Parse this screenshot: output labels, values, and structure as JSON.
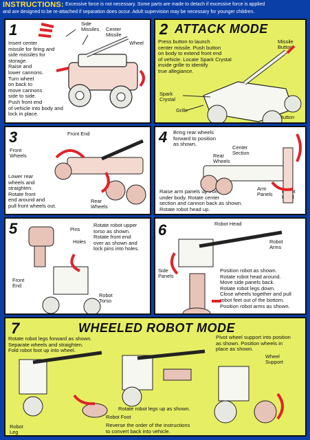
{
  "header": {
    "label": "INSTRUCTIONS:",
    "line1": "Excessive force is not necessary. Some parts are made to detach if excessive force is applied",
    "line2": "and are designed to be re-attached if separation does occur. Adult supervision may be necessary for younger children."
  },
  "colors": {
    "background": "#0b3fa8",
    "panel_yellow": "#e6ef64",
    "panel_white": "#ffffff",
    "arrow_red": "#e0232b",
    "label_yellow": "#ffe23a"
  },
  "step1": {
    "number": "1",
    "text": "Insert center\nmissile for firing and\nside missiles for\nstorage.\nRaise and\nlower cannons.\nTurn wheel\non back to\nmove cannons\nside to side.\nPush front end\nof vehicle into body and\nlock in place.",
    "labels": {
      "side_missiles": "Side\nMissiles",
      "center_missile": "Center\nMissile",
      "wheel": "Wheel"
    }
  },
  "step2": {
    "number": "2",
    "title": "ATTACK MODE",
    "text": "Press button to launch\ncenter missile. Push button\non body to extend front end\nof vehicle. Locate Spark Crystal\ninside grille to identify\ntrue allegiance.",
    "labels": {
      "missile_button": "Missile\nButton",
      "spark_crystal": "Spark\nCrystal",
      "grille": "Grille",
      "body_button": "Body Button"
    }
  },
  "step3": {
    "number": "3",
    "text": "Lower rear\nwheels and\nstraighten.\nRotate front\nend around and\npull front wheels out.",
    "labels": {
      "front_wheels": "Front\nWheels",
      "front_end": "Front End",
      "rear_wheels": "Rear\nWheels"
    }
  },
  "step4": {
    "number": "4",
    "text_top": "Bring rear wheels\nforward to position\nas shown.",
    "text_bottom": "Raise arm panels up from\nunder body. Rotate center\nsection and cannon back as shown.\nRotate robot head up.",
    "labels": {
      "rear_wheels": "Rear\nWheels",
      "center_section": "Center\nSection",
      "arm_panels": "Arm\nPanels",
      "robot_head": "Robot\nHead"
    }
  },
  "step5": {
    "number": "5",
    "text": "Rotate robot upper\ntorso as shown.\nRotate front end\nover as shown and\nlock pins into holes.",
    "labels": {
      "pins": "Pins",
      "holes": "Holes",
      "front_end": "Front\nEnd",
      "robot_torso": "Robot\nTorso"
    }
  },
  "step6": {
    "number": "6",
    "text": "Position robot as shown.\nRotate robot head around.\nMove side panels back.\nRotate robot legs down.\nClose wheels together and pull\nrobot feet out of the bottom.\nPosition robot arms as shown.",
    "labels": {
      "robot_head": "Robot Head",
      "robot_arms": "Robot\nArms",
      "side_panels": "Side\nPanels"
    }
  },
  "step7": {
    "number": "7",
    "title": "WHEELED ROBOT MODE",
    "text_left": "Rotate robot legs forward as shown.\nSeparate wheels and straighten.\nFold robot foot up into wheel.",
    "text_right": "Pivot wheel support into position\nas shown. Position wheels in\nplace as shown.",
    "text_mid": "Rotate robot legs up as shown.",
    "text_reverse": "Reverse the order of the instructions\nto convert back into vehicle.",
    "labels": {
      "robot_leg": "Robot\nLeg",
      "robot_foot": "Robot Foot",
      "wheel_support": "Wheel\nSupport"
    }
  }
}
